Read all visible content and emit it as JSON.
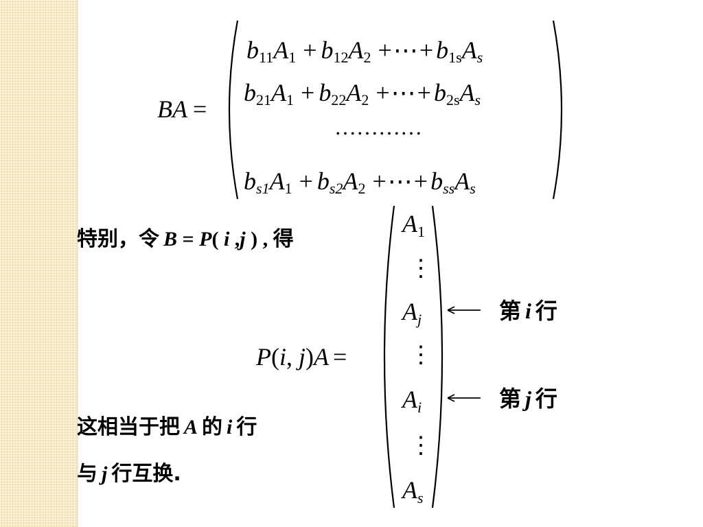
{
  "formula_ba": {
    "lhs": "BA",
    "eq": "=",
    "rows": [
      [
        {
          "b": "b",
          "sub": "11",
          "A": "A",
          "asub": "1"
        },
        {
          "op": "+"
        },
        {
          "b": "b",
          "sub": "12",
          "A": "A",
          "asub": "2"
        },
        {
          "op": "+"
        },
        {
          "dots": "⋯"
        },
        {
          "op": "+"
        },
        {
          "b": "b",
          "sub": "1s",
          "A": "A",
          "asub": "s"
        }
      ],
      [
        {
          "b": "b",
          "sub": "21",
          "A": "A",
          "asub": "1"
        },
        {
          "op": "+"
        },
        {
          "b": "b",
          "sub": "22",
          "A": "A",
          "asub": "2"
        },
        {
          "op": "+"
        },
        {
          "dots": "⋯"
        },
        {
          "op": "+"
        },
        {
          "b": "b",
          "sub": "2s",
          "A": "A",
          "asub": "s"
        }
      ],
      "…………",
      [
        {
          "b": "b",
          "sub": "s1",
          "A": "A",
          "asub": "1"
        },
        {
          "op": "+"
        },
        {
          "b": "b",
          "sub": "s2",
          "A": "A",
          "asub": "2"
        },
        {
          "op": "+"
        },
        {
          "dots": "⋯"
        },
        {
          "op": "+"
        },
        {
          "b": "b",
          "sub": "ss",
          "A": "A",
          "asub": "s"
        }
      ]
    ]
  },
  "sentence": {
    "prefix": "特别，令",
    "B": "B",
    "eq": " = ",
    "P": "P",
    "open": "( ",
    "i": "i",
    "comma": " ,",
    "j": "j",
    "close": " ) , ",
    "suffix": "得"
  },
  "formula_pa": {
    "lhs": "P(i,  j)A =",
    "entries": [
      {
        "base": "A",
        "sub": "1"
      },
      {
        "base": "⋮"
      },
      {
        "base": "A",
        "sub": "j"
      },
      {
        "base": "⋮"
      },
      {
        "base": "A",
        "sub": "i"
      },
      {
        "base": "⋮"
      },
      {
        "base": "A",
        "sub": "s"
      }
    ]
  },
  "annotations": [
    {
      "prefix": "第",
      "var": "i",
      "suffix": "行"
    },
    {
      "prefix": "第",
      "var": "j",
      "suffix": "行"
    }
  ],
  "conclusion": {
    "line1_a": "这相当于把",
    "line1_A": "A",
    "line1_b": "的",
    "line1_i": "i",
    "line1_c": "行",
    "line2_a": "与",
    "line2_j": "j",
    "line2_b": "行互换."
  },
  "colors": {
    "sidebar_base": "#f3e2b5",
    "sidebar_grid": "#fbf2d8",
    "ink": "#000000"
  }
}
